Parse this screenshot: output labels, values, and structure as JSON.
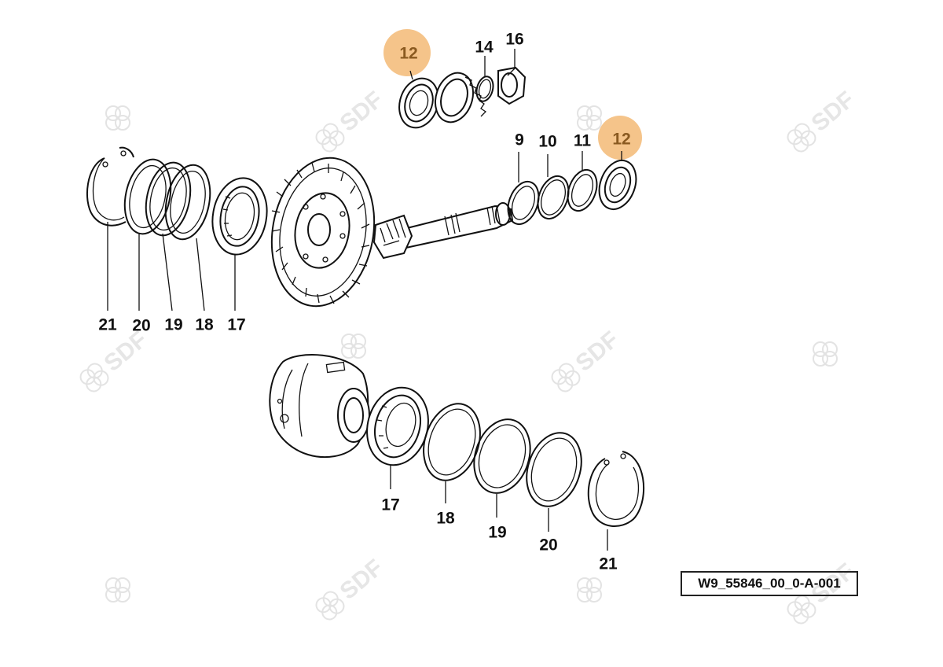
{
  "diagram": {
    "reference_code": "W9_55846_00_0-A-001",
    "watermark_text": "SDF",
    "highlight_color": "#f5c48a",
    "callouts": {
      "c12_top": "12",
      "c14": "14",
      "c16": "16",
      "c9": "9",
      "c10": "10",
      "c11": "11",
      "c12_right": "12",
      "c21_left": "21",
      "c20_left": "20",
      "c19_left": "19",
      "c18_left": "18",
      "c17_left": "17",
      "c17_bottom": "17",
      "c18_bottom": "18",
      "c19_bottom": "19",
      "c20_bottom": "20",
      "c21_bottom": "21"
    }
  }
}
